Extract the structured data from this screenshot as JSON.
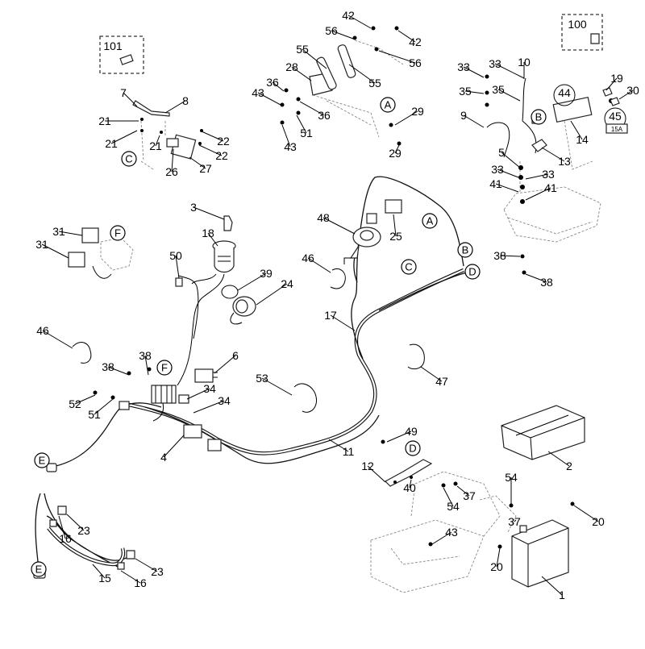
{
  "diagram": {
    "part_numbers": [
      "1",
      "2",
      "3",
      "4",
      "5",
      "6",
      "7",
      "8",
      "9",
      "10",
      "11",
      "12",
      "13",
      "14",
      "15",
      "16",
      "17",
      "18",
      "19",
      "20",
      "21",
      "22",
      "23",
      "24",
      "25",
      "26",
      "27",
      "28",
      "29",
      "30",
      "31",
      "33",
      "34",
      "35",
      "36",
      "37",
      "38",
      "39",
      "40",
      "41",
      "42",
      "43",
      "44",
      "45",
      "46",
      "47",
      "48",
      "49",
      "50",
      "51",
      "52",
      "53",
      "54",
      "55",
      "56",
      "100",
      "101"
    ],
    "connector_refs": [
      "A",
      "B",
      "C",
      "D",
      "E",
      "F"
    ],
    "fuse_rating": "15A",
    "kit_labels": {
      "kit_100": "100",
      "kit_101": "101"
    }
  }
}
